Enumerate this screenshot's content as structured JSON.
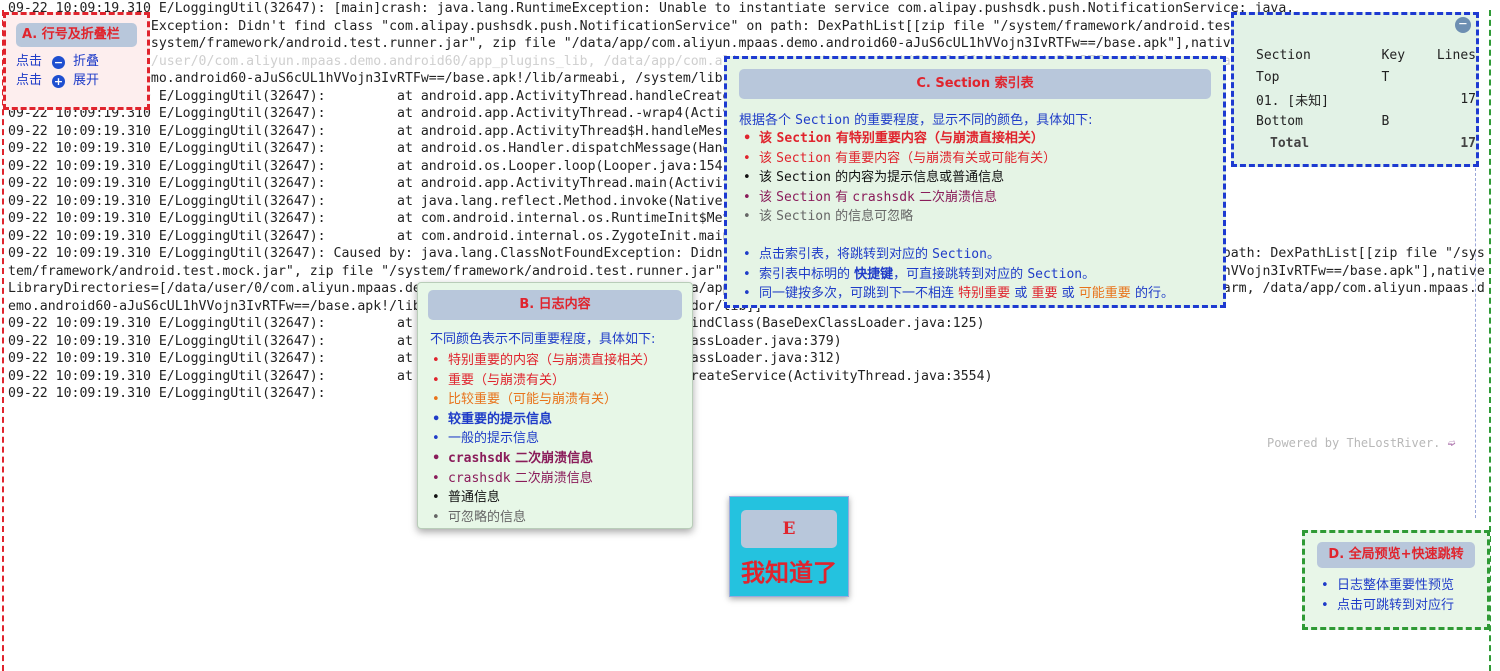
{
  "log": {
    "lines": [
      "09-22 10:09:19.310 E/LoggingUtil(32647): [main]crash: java.lang.RuntimeException: Unable to instantiate service com.alipay.pushsdk.push.NotificationService: java.",
      "lang.ClassNotFoundException: Didn't find class \"com.alipay.pushsdk.push.NotificationService\" on path: DexPathList[[zip file \"/system/framework/android.test.mock",
      ".jar\", zip file \"/system/framework/android.test.runner.jar\", zip file \"/data/app/com.aliyun.mpaas.demo.android60-aJuS6cUL1hVVojn3IvRTFw==/base.apk\"],nativeLibrary",
      "Directories=[/data/user/0/com.aliyun.mpaas.demo.android60/app_plugins_lib, /data/app/com.aliyun.mpaas.demo.android60-aJuS6cUL1hVVojn3IvRTFw==/lib/arm, /data/app/c",
      "om.aliyun.mpaas.demo.android60-aJuS6cUL1hVVojn3IvRTFw==/base.apk!/lib/armeabi, /system/lib, /system/vendor/lib]]",
      "09-22 10:09:19.310 E/LoggingUtil(32647):         at android.app.ActivityThread.handleCreateService(ActivityThread.java:3551)",
      "09-22 10:09:19.310 E/LoggingUtil(32647):         at android.app.ActivityThread.-wrap4(ActivityThread.java)",
      "09-22 10:09:19.310 E/LoggingUtil(32647):         at android.app.ActivityThread$H.handleMessage(ActivityThread.java:1822)",
      "09-22 10:09:19.310 E/LoggingUtil(32647):         at android.os.Handler.dispatchMessage(Handler.java:102)",
      "09-22 10:09:19.310 E/LoggingUtil(32647):         at android.os.Looper.loop(Looper.java:154)",
      "09-22 10:09:19.310 E/LoggingUtil(32647):         at android.app.ActivityThread.main(ActivityThread.java:6776)",
      "09-22 10:09:19.310 E/LoggingUtil(32647):         at java.lang.reflect.Method.invoke(Native Method)",
      "09-22 10:09:19.310 E/LoggingUtil(32647):         at com.android.internal.os.RuntimeInit$MethodAndArgsCaller.run(RuntimeInit.java:441)",
      "09-22 10:09:19.310 E/LoggingUtil(32647):         at com.android.internal.os.ZygoteInit.main(ZygoteInit.java:1408)"
    ],
    "caused_by": "09-22 10:09:19.310 E/LoggingUtil(32647): Caused by: java.lang.ClassNotFoundException: Didn't find class \"com.alipay.pushsdk.push.NotificationService\" on path: DexPathList[[zip file \"/system/framework/android.test.mock.jar\", zip file \"/system/framework/android.test.runner.jar\", zip file \"/data/app/com.aliyun.mpaas.demo.android60-aJuS6cUL1hVVojn3IvRTFw==/base.apk\"],nativeLibraryDirectories=[/data/user/0/com.aliyun.mpaas.demo.android60/app_plugins_lib, /data/app/com.aliyun.mpaas.demo.android60-aJuS6cUL1hVVojn3IvRTFw==/lib/arm, /data/app/com.aliyun.mpaas.demo.android60-aJuS6cUL1hVVojn3IvRTFw==/base.apk!/lib/armeabi, /system/lib, /system/vendor/lib]]",
    "tail_lines": [
      "09-22 10:09:19.310 E/LoggingUtil(32647):         at dalvik.system.BaseDexClassLoader.findClass(BaseDexClassLoader.java:125)",
      "09-22 10:09:19.310 E/LoggingUtil(32647):         at java.lang.ClassLoader.loadClass(ClassLoader.java:379)",
      "09-22 10:09:19.310 E/LoggingUtil(32647):         at java.lang.ClassLoader.loadClass(ClassLoader.java:312)",
      "09-22 10:09:19.310 E/LoggingUtil(32647):         at android.app.ActivityThread.handleCreateService(ActivityThread.java:3554)",
      "09-22 10:09:19.310 E/LoggingUtil(32647):"
    ],
    "powered_by": "Powered by TheLostRiver.",
    "powered_icon": "arrow-icon"
  },
  "boxA": {
    "title": "A. 行号及折叠栏",
    "row1_click": "点击",
    "row1_symbol": "−",
    "row1_action": "折叠",
    "row2_click": "点击",
    "row2_symbol": "+",
    "row2_action": "展开"
  },
  "boxB": {
    "title": "B. 日志内容",
    "intro": "不同颜色表示不同重要程度，具体如下:",
    "items": [
      "特别重要的内容（与崩溃直接相关）",
      "重要（与崩溃有关）",
      "比较重要（可能与崩溃有关）",
      "较重要的提示信息",
      "一般的提示信息",
      "二次崩溃信息",
      "二次崩溃信息",
      "普通信息",
      "可忽略的信息"
    ],
    "crashsdk_1": "crashsdk",
    "crashsdk_2": "crashsdk"
  },
  "boxC": {
    "title": "C. Section 索引表",
    "intro_pre": "根据各个",
    "intro_kw": "Section",
    "intro_post": "的重要程度，显示不同的颜色，具体如下:",
    "items": [
      {
        "pre": "该",
        "kw": "Section",
        "post": "有特别重要内容（与崩溃直接相关）"
      },
      {
        "pre": "该",
        "kw": "Section",
        "post": "有重要内容（与崩溃有关或可能有关）"
      },
      {
        "pre": "该",
        "kw": "Section",
        "post": "的内容为提示信息或普通信息"
      },
      {
        "pre": "该",
        "kw": "Section",
        "mid": "有",
        "kw2": "crashsdk",
        "post": "二次崩溃信息"
      },
      {
        "pre": "该",
        "kw": "Section",
        "post": "的信息可忽略"
      }
    ],
    "tips": {
      "t1_pre": "点击索引表，将跳转到对应的",
      "t1_kw": "Section",
      "t1_post": "。",
      "t2_pre": "索引表中标明的",
      "t2_kw": "快捷键",
      "t2_mid": "，可直接跳转到对应的",
      "t2_kw2": "Section",
      "t2_post": "。",
      "t3_pre": "同一键按多次，可跳到下一不相连",
      "t3_a": "特别重要",
      "t3_or1": "或",
      "t3_b": "重要",
      "t3_or2": "或",
      "t3_c": "可能重要",
      "t3_post": "的行。"
    }
  },
  "boxD": {
    "title": "D. 全局预览+快速跳转",
    "items": [
      "日志整体重要性预览",
      "点击可跳转到对应行"
    ]
  },
  "boxE": {
    "key": "E",
    "text": "我知道了"
  },
  "index": {
    "collapse_symbol": "−",
    "headers": {
      "section": "Section",
      "key": "Key",
      "lines": "Lines"
    },
    "rows": [
      {
        "section": "Top",
        "key": "T",
        "lines": ""
      },
      {
        "section": "01. [未知]",
        "key": "",
        "lines": "17"
      },
      {
        "section": "Bottom",
        "key": "B",
        "lines": ""
      }
    ],
    "total_label": "Total",
    "total_lines": "17"
  },
  "colors": {
    "very_important": "#e0242d",
    "important": "#e0242d",
    "maybe_important": "#e8731b",
    "hint": "#1f3cc8",
    "crashsdk": "#8a1c5a",
    "normal": "#111111",
    "ignorable": "#666666",
    "outline_red": "#e0242d",
    "outline_blue": "#1d3ad1",
    "outline_green": "#2f9a35"
  }
}
